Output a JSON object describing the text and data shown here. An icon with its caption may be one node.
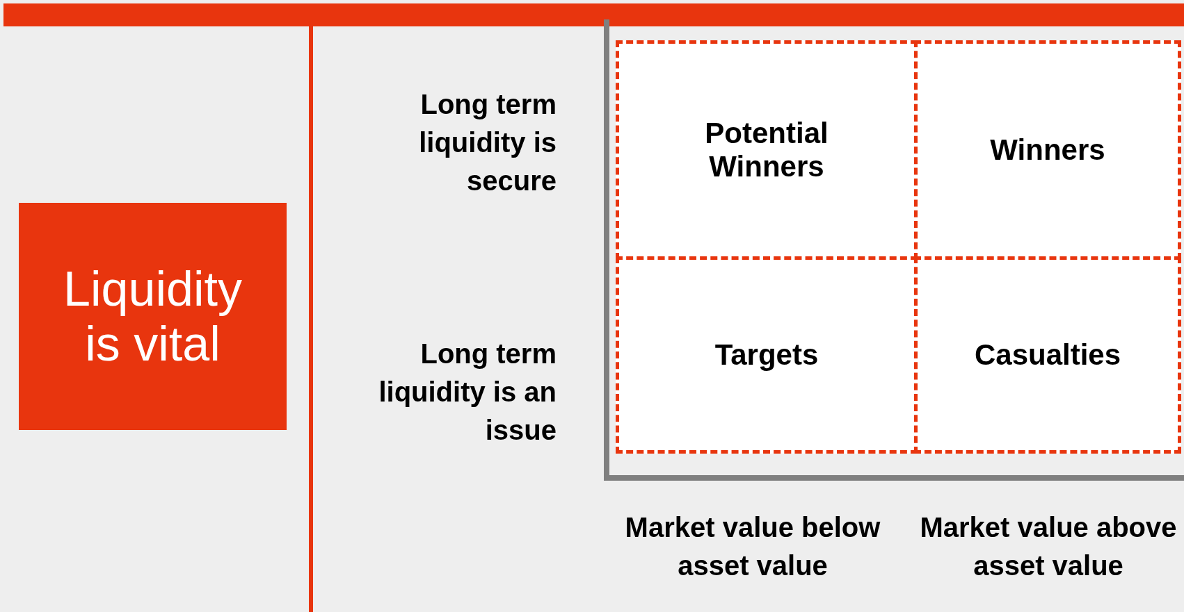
{
  "diagram": {
    "nodes": [
      {
        "text": [
          "Liquidity is vital"
        ]
      },
      {
        "text": [
          "Potential Winners"
        ]
      },
      {
        "text": [
          "Winners"
        ]
      },
      {
        "text": [
          "Targets"
        ]
      },
      {
        "text": [
          "Casualties"
        ]
      }
    ],
    "labels": [
      "Long term liquidity is secure",
      "Long term liquidity is an issue",
      "Market value below asset value",
      "Market value above asset value"
    ]
  }
}
